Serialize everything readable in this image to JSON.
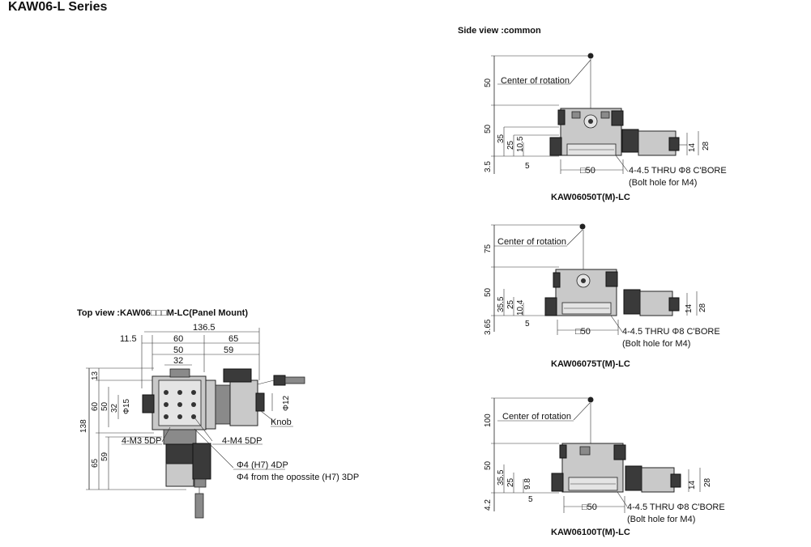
{
  "title": "KAW06-L Series",
  "side_view": {
    "heading": "Side view :common",
    "center_label": "Center of rotation",
    "bolt_note_1": "4-4.5 THRU Φ8 C'BORE",
    "bolt_note_2": "(Bolt hole for M4)",
    "square_label": "□50",
    "motor_dims": [
      "14",
      "28"
    ],
    "views": [
      {
        "caption": "KAW06050T(M)-LC",
        "top_dim": "50",
        "height_dim": "50",
        "d35": "35",
        "d25": "25",
        "d_small": "10.5",
        "d5": "5",
        "bottom_dim": "3.5"
      },
      {
        "caption": "KAW06075T(M)-LC",
        "top_dim": "75",
        "height_dim": "50",
        "d35": "35.5",
        "d25": "25",
        "d_small": "10.4",
        "d5": "5",
        "bottom_dim": "3.65"
      },
      {
        "caption": "KAW06100T(M)-LC",
        "top_dim": "100",
        "height_dim": "50",
        "d35": "35.5",
        "d25": "25",
        "d_small": "9.8",
        "d5": "5",
        "bottom_dim": "4.2"
      }
    ]
  },
  "top_view": {
    "heading": "Top view :KAW06□□□M-LC(Panel Mount)",
    "dims_top": [
      "136.5",
      "11.5",
      "60",
      "65",
      "50",
      "59",
      "32"
    ],
    "dims_left": [
      "13",
      "60",
      "50",
      "32",
      "Φ15",
      "138",
      "65",
      "59"
    ],
    "phi12": "Φ12",
    "knob": "Knob",
    "m3": "4-M3 5DP",
    "m4": "4-M4 5DP",
    "phi4_1": "Φ4 (H7) 4DP",
    "phi4_2": "Φ4 from the opossite (H7) 3DP"
  }
}
